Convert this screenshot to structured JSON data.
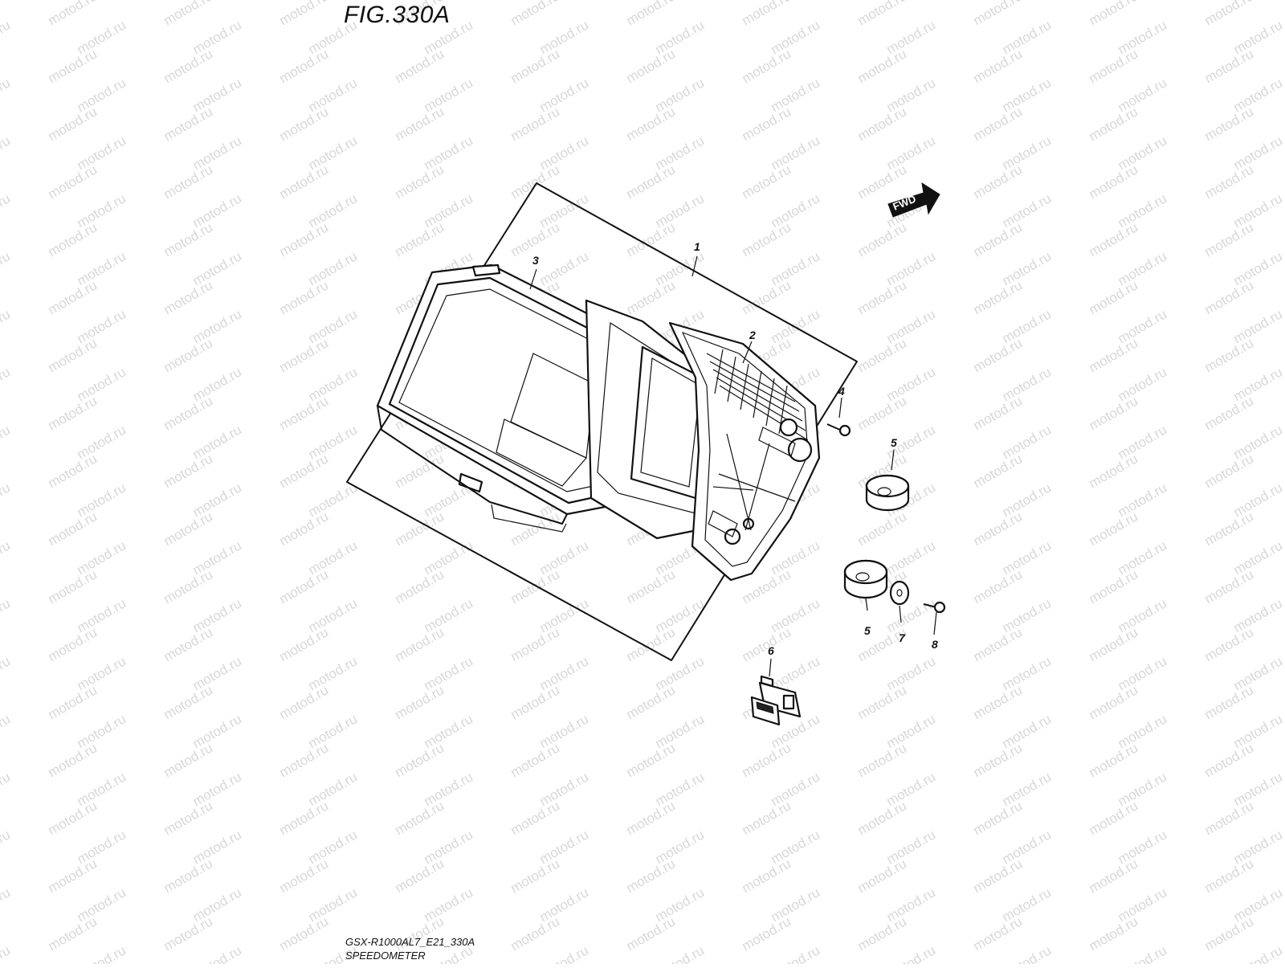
{
  "figure": {
    "title": "FIG.330A",
    "footer_code": "GSX-R1000AL7_E21_330A",
    "footer_name": "SPEEDOMETER"
  },
  "direction_badge": "FWD",
  "watermark_text": "motod.ru",
  "callouts": [
    "1",
    "2",
    "3",
    "4",
    "5",
    "5",
    "6",
    "7",
    "8"
  ],
  "colors": {
    "line": "#111111",
    "watermark": "#d8d8d8",
    "background": "#ffffff"
  }
}
